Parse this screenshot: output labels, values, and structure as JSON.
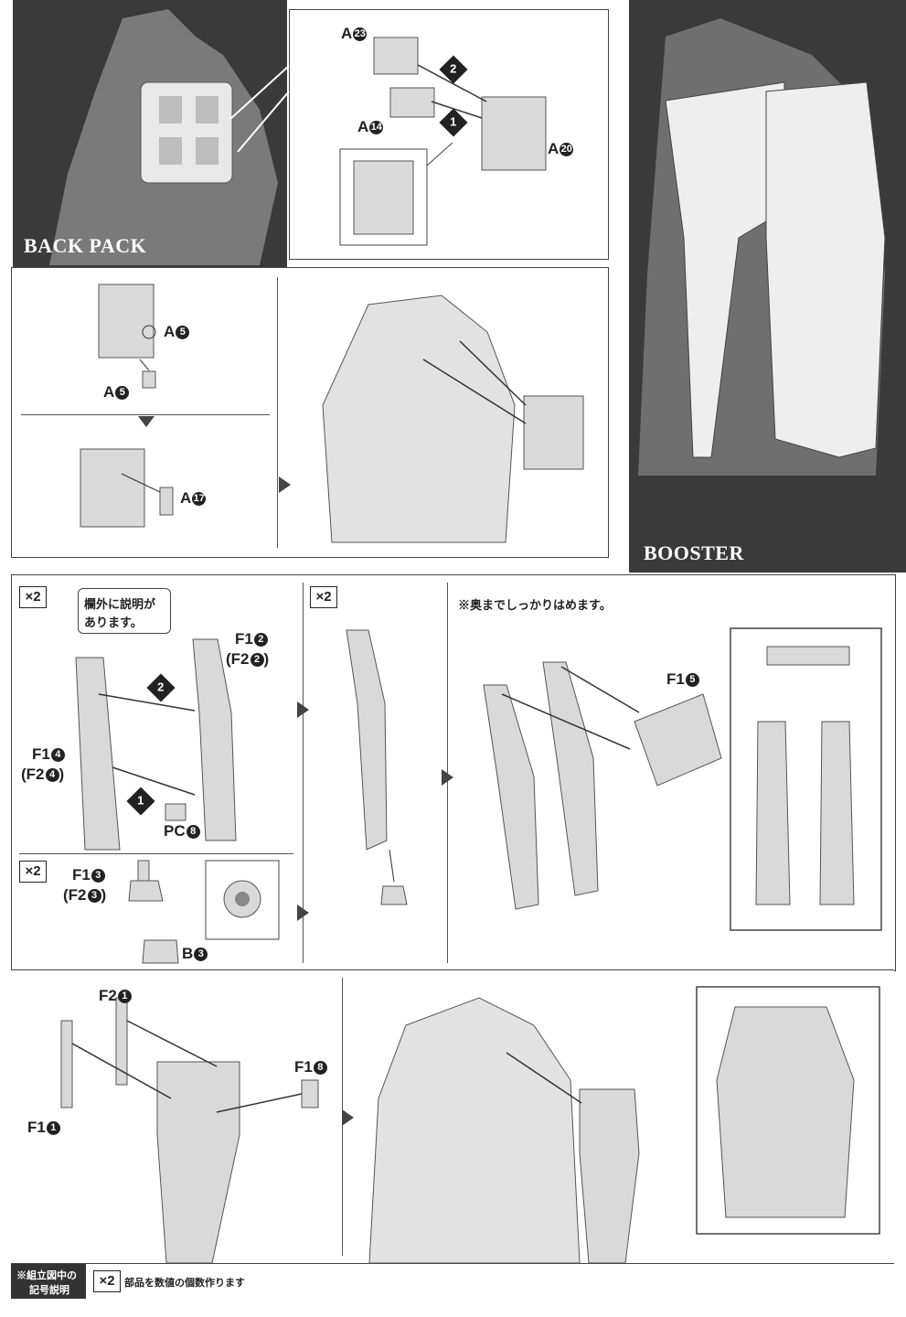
{
  "sections": {
    "backpack_title": "BACK PACK",
    "booster_title": "BOOSTER"
  },
  "labels": {
    "a23": "A",
    "a23_num": "23",
    "a14": "A",
    "a14_num": "14",
    "a20": "A",
    "a20_num": "20",
    "a5_top": "A",
    "a5_top_num": "5",
    "a5_bottom": "A",
    "a5_bottom_num": "5",
    "a17": "A",
    "a17_num": "17",
    "f1_2": "F1",
    "f1_2_num": "2",
    "f2_2": "(F2",
    "f2_2_num": "2",
    "f1_4": "F1",
    "f1_4_num": "4",
    "f2_4": "(F2",
    "f2_4_num": "4",
    "pc8": "PC",
    "pc8_num": "8",
    "f1_3": "F1",
    "f1_3_num": "3",
    "f2_3": "(F2",
    "f2_3_num": "3",
    "b3": "B",
    "b3_num": "3",
    "f1_5": "F1",
    "f1_5_num": "5",
    "f2_1": "F2",
    "f2_1_num": "1",
    "f1_1": "F1",
    "f1_1_num": "1",
    "f1_8": "F1",
    "f1_8_num": "8",
    "close_paren": ")"
  },
  "steps": {
    "s1": "1",
    "s2": "2"
  },
  "multipliers": {
    "x2": "×2"
  },
  "notes": {
    "outside_note_line1": "欄外に説明が",
    "outside_note_line2": "あります。",
    "insert_note": "※奥までしっかりはめます。",
    "legend_title_line1": "※組立図中の",
    "legend_title_line2": "記号説明",
    "legend_x2_text": "部品を数値の個数作ります"
  },
  "colors": {
    "background": "#ffffff",
    "dark_panel": "#3a3a3a",
    "part_fill": "#d9d9d9",
    "part_stroke": "#555555"
  }
}
